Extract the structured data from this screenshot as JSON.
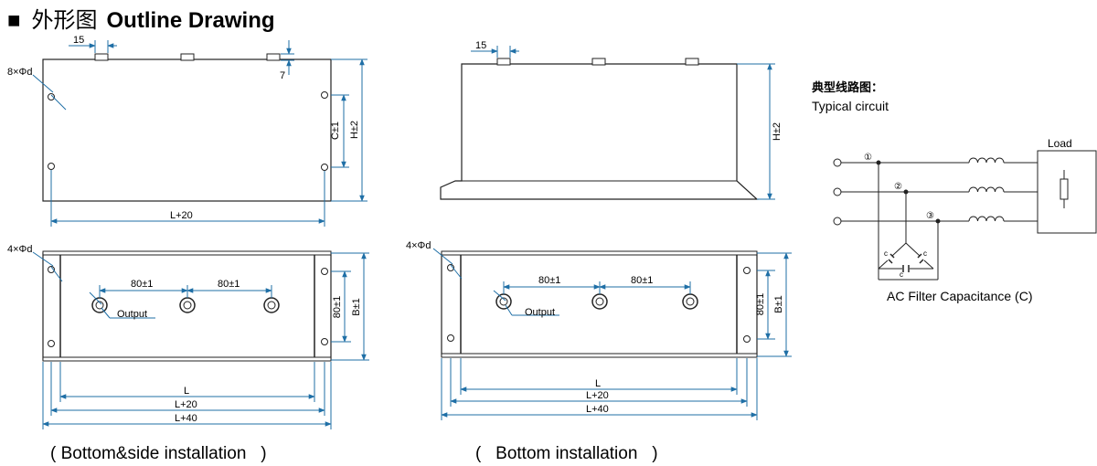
{
  "heading": {
    "square": "■",
    "zh": "外形图",
    "en": "Outline Drawing"
  },
  "drawing1": {
    "dim_tab_width": "15",
    "dim_tab_height": "7",
    "holes_label": "8×Φd",
    "dim_c": "C±1",
    "dim_h": "H±2",
    "dim_l20": "L+20"
  },
  "drawing2": {
    "dim_tab_width": "15",
    "dim_h": "H±2"
  },
  "drawing3": {
    "holes_label": "4×Φd",
    "spacing1": "80±1",
    "spacing2": "80±1",
    "output": "Output",
    "dim_80": "80±1",
    "dim_b": "B±1",
    "dim_l": "L",
    "dim_l20": "L+20",
    "dim_l40": "L+40"
  },
  "drawing4": {
    "holes_label": "4×Φd",
    "spacing1": "80±1",
    "spacing2": "80±1",
    "output": "Output",
    "dim_80": "80±1",
    "dim_b": "B±1",
    "dim_l": "L",
    "dim_l20": "L+20",
    "dim_l40": "L+40"
  },
  "circuit": {
    "title_zh": "典型线路图：",
    "title_en": "Typical circuit",
    "load": "Load",
    "n1": "①",
    "n2": "②",
    "n3": "③",
    "c1": "c",
    "c2": "c",
    "c3": "c",
    "caption": "AC Filter Capacitance (C)"
  },
  "captions": {
    "left": "( Bottom&side installation   )",
    "right": "(   Bottom installation   )"
  },
  "colors": {
    "dimension": "#1f6fa6",
    "line": "#222222",
    "body": "#ffffff"
  }
}
